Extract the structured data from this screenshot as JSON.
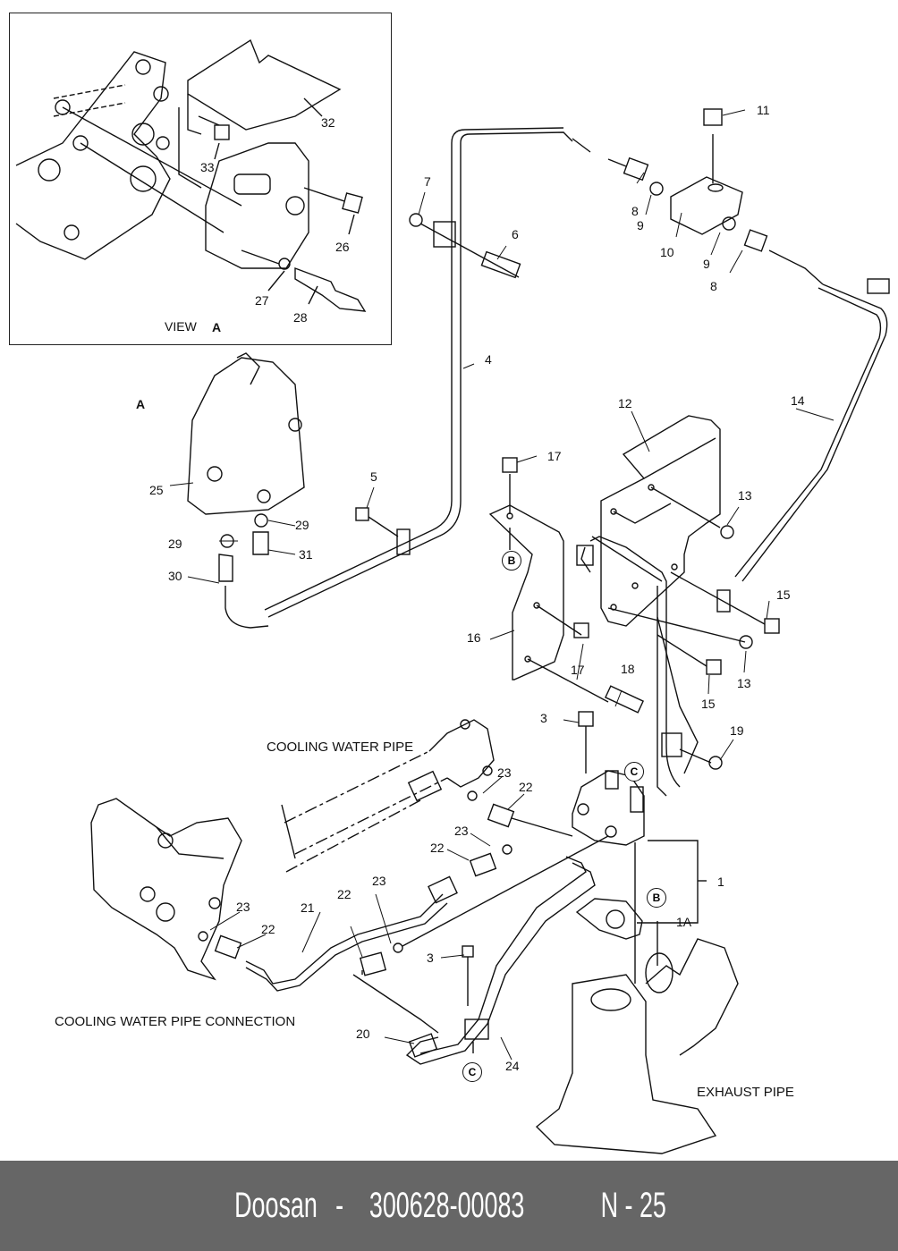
{
  "diagram": {
    "view_label": "VIEW",
    "view_letter": "A",
    "arrow_letter": "A",
    "captions": {
      "cooling_water_pipe": "COOLING WATER PIPE",
      "cooling_water_pipe_connection": "COOLING WATER PIPE CONNECTION",
      "exhaust_pipe": "EXHAUST PIPE"
    },
    "reference_markers": [
      "B",
      "B",
      "C",
      "C"
    ],
    "callouts": {
      "inset": [
        "32",
        "33",
        "26",
        "27",
        "28"
      ],
      "upper": [
        "11",
        "7",
        "6",
        "8",
        "9",
        "10",
        "9",
        "8",
        "4",
        "14"
      ],
      "middle": [
        "25",
        "5",
        "29",
        "29",
        "31",
        "30",
        "12",
        "17",
        "13",
        "16",
        "17",
        "15",
        "13",
        "15",
        "18",
        "3",
        "19"
      ],
      "lower": [
        "23",
        "22",
        "23",
        "22",
        "23",
        "22",
        "23",
        "22",
        "21",
        "3",
        "20",
        "24",
        "1",
        "1A"
      ]
    }
  },
  "footer": {
    "brand": "Doosan",
    "separator": "-",
    "part_number": "300628-00083",
    "page_code": "N - 25"
  }
}
